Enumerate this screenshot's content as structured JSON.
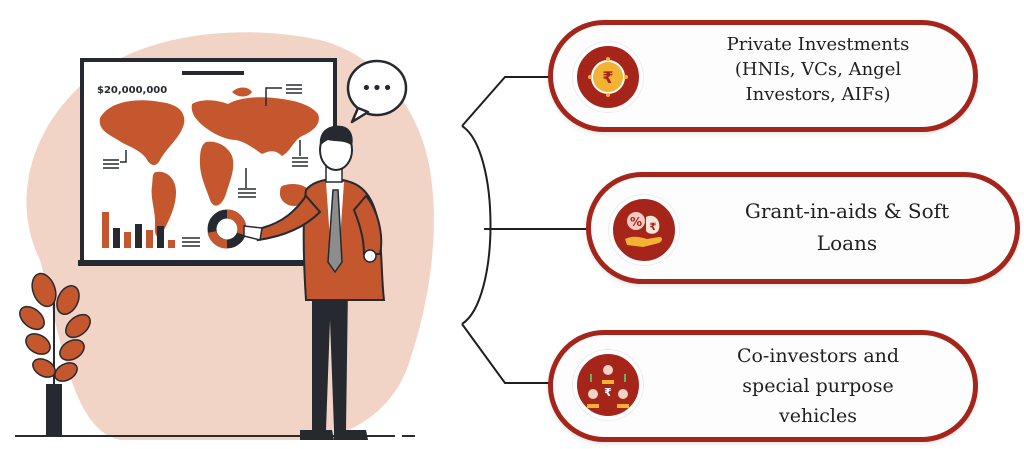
{
  "board": {
    "value_label": "$20,000,000"
  },
  "speech_bubble": {
    "text": "•••"
  },
  "items": [
    {
      "lines": [
        "Private Investments",
        "(HNIs, VCs, Angel",
        "Investors, AIFs)"
      ],
      "icon": "rupee-coin-icon"
    },
    {
      "lines": [
        "Grant-in-aids & Soft",
        "Loans"
      ],
      "icon": "percent-loan-hand-icon"
    },
    {
      "lines": [
        "Co-investors and",
        "special purpose",
        "vehicles"
      ],
      "icon": "co-investors-network-icon"
    }
  ],
  "colors": {
    "accent": "#a5251b",
    "orange": "#c4572d",
    "blob": "#f2d4c6",
    "dark": "#262a30"
  }
}
